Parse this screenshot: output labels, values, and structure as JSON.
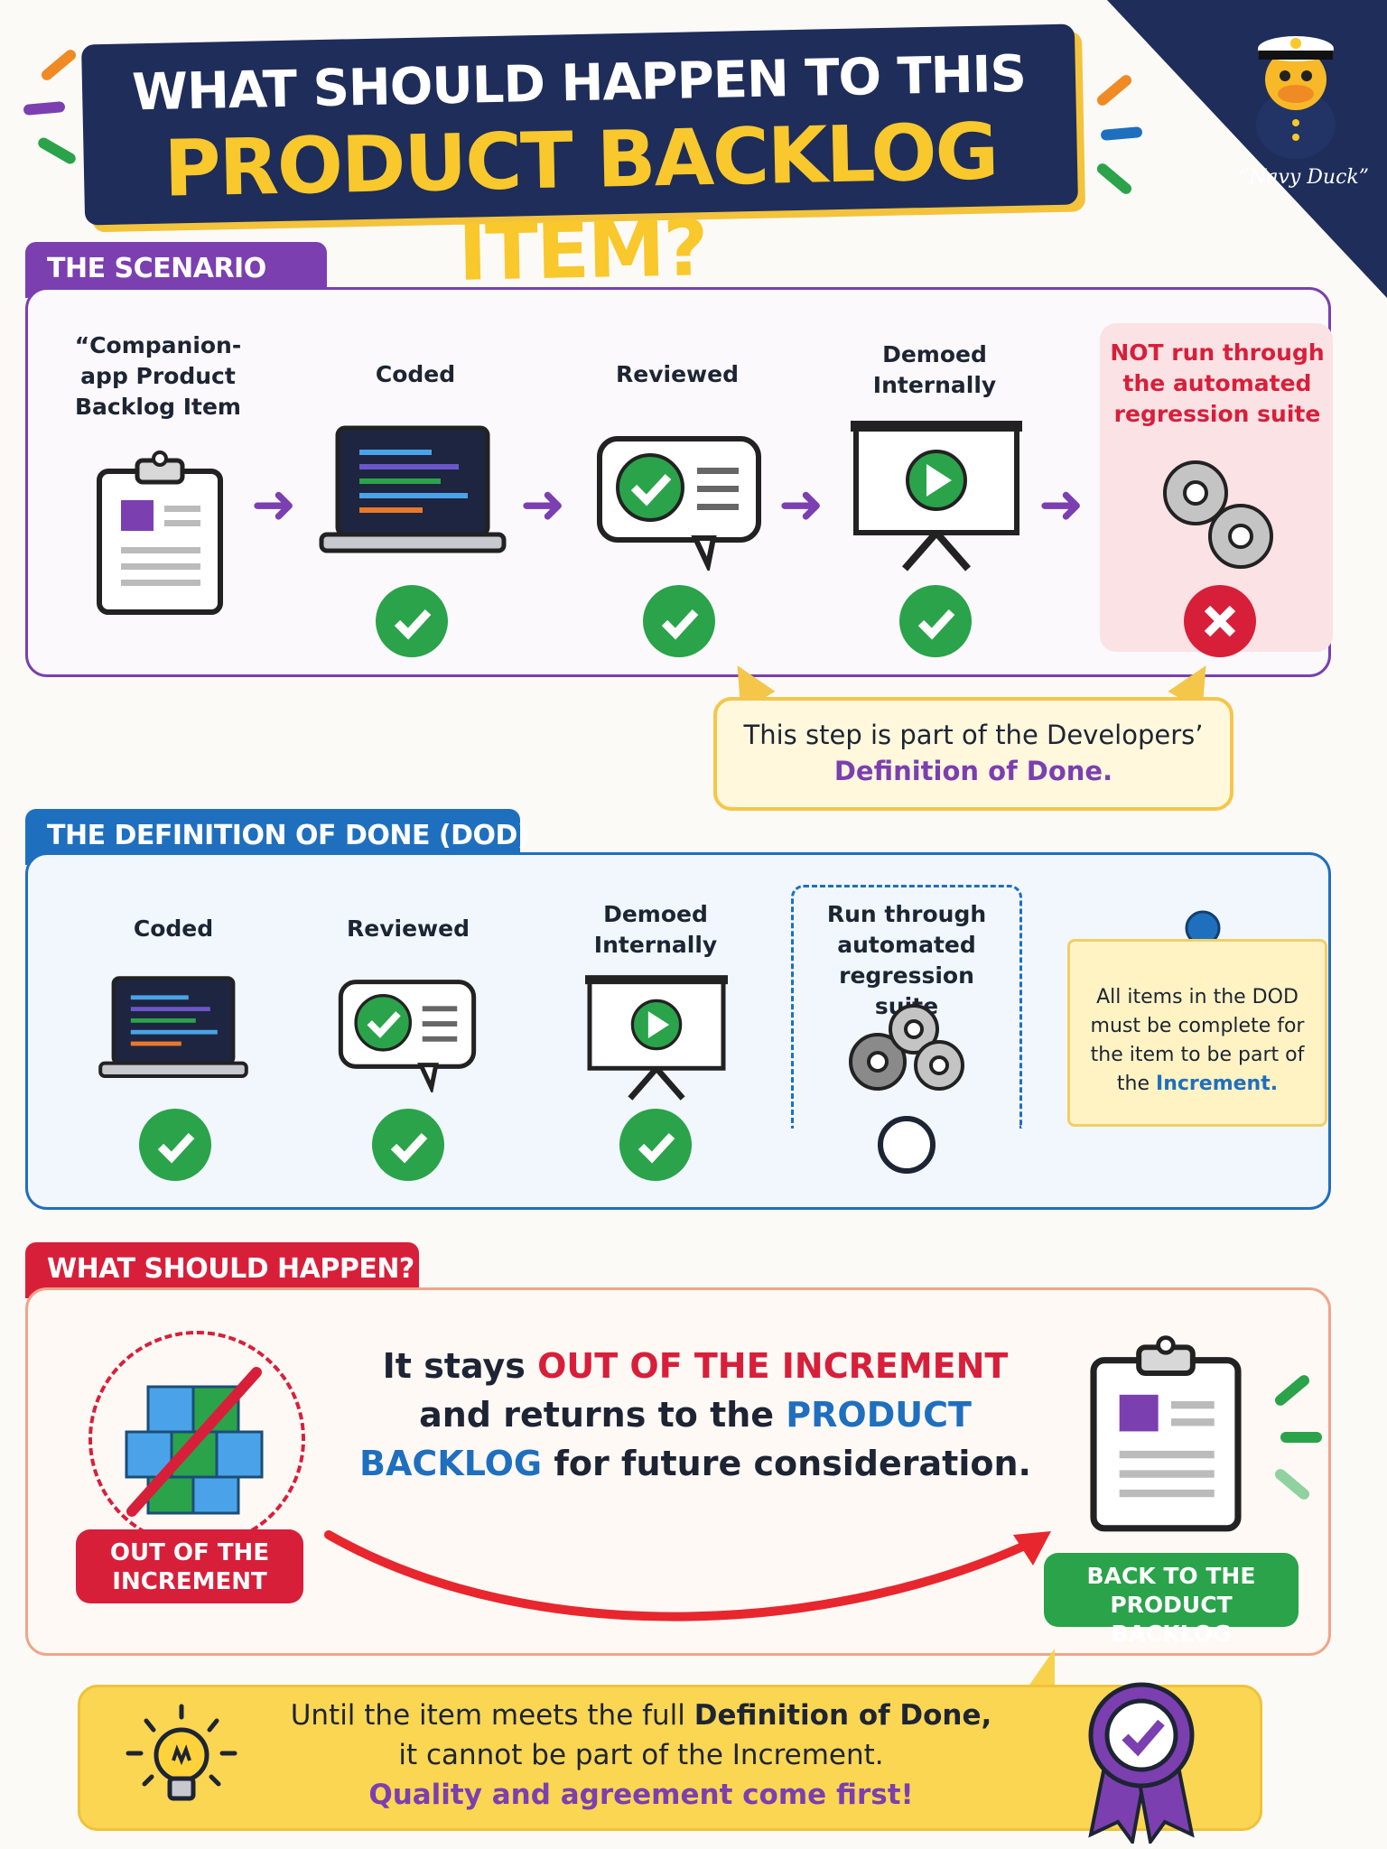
{
  "header": {
    "line1": "WHAT SHOULD HAPPEN TO THIS",
    "line2": "PRODUCT BACKLOG ITEM?",
    "mascot_caption": "“Navy Duck”"
  },
  "scenario": {
    "tab_label": "THE SCENARIO",
    "steps": [
      {
        "label": "“Companion-app Product Backlog Item",
        "status": "none"
      },
      {
        "label": "Coded",
        "status": "done"
      },
      {
        "label": "Reviewed",
        "status": "done"
      },
      {
        "label": "Demoed Internally",
        "status": "done"
      },
      {
        "label": "NOT run through the automated regression suite",
        "status": "failed"
      }
    ],
    "callout_text": "This step is part of the Developers’",
    "callout_highlight": "Definition of Done."
  },
  "dod": {
    "tab_label": "THE DEFINITION OF DONE (DOD)",
    "steps": [
      {
        "label": "Coded",
        "status": "done"
      },
      {
        "label": "Reviewed",
        "status": "done"
      },
      {
        "label": "Demoed Internally",
        "status": "done"
      },
      {
        "label": "Run through automated regression suite",
        "status": "pending"
      }
    ],
    "note_text": "All items in the DOD must be complete for the item to be part of the",
    "note_highlight": "Increment."
  },
  "outcome": {
    "tab_label": "WHAT SHOULD HAPPEN?",
    "text_part1": "It stays ",
    "text_red": "OUT OF THE INCREMENT",
    "text_part2": " and returns to the ",
    "text_blue": "PRODUCT BACKLOG",
    "text_part3": " for future consideration.",
    "left_badge": "OUT OF THE INCREMENT",
    "right_badge": "BACK TO THE PRODUCT BACKLOG"
  },
  "footer": {
    "text_part1": "Until the item meets the full ",
    "text_bold": "Definition of Done,",
    "text_part2": "it cannot be part of the Increment.",
    "text_emphasis": "Quality and agreement come first!"
  },
  "colors": {
    "navy": "#1e2d5a",
    "gold": "#f8c82c",
    "purple": "#7b3fb0",
    "blue": "#1f6fbf",
    "red": "#d81f3a",
    "green": "#2aa34a"
  }
}
